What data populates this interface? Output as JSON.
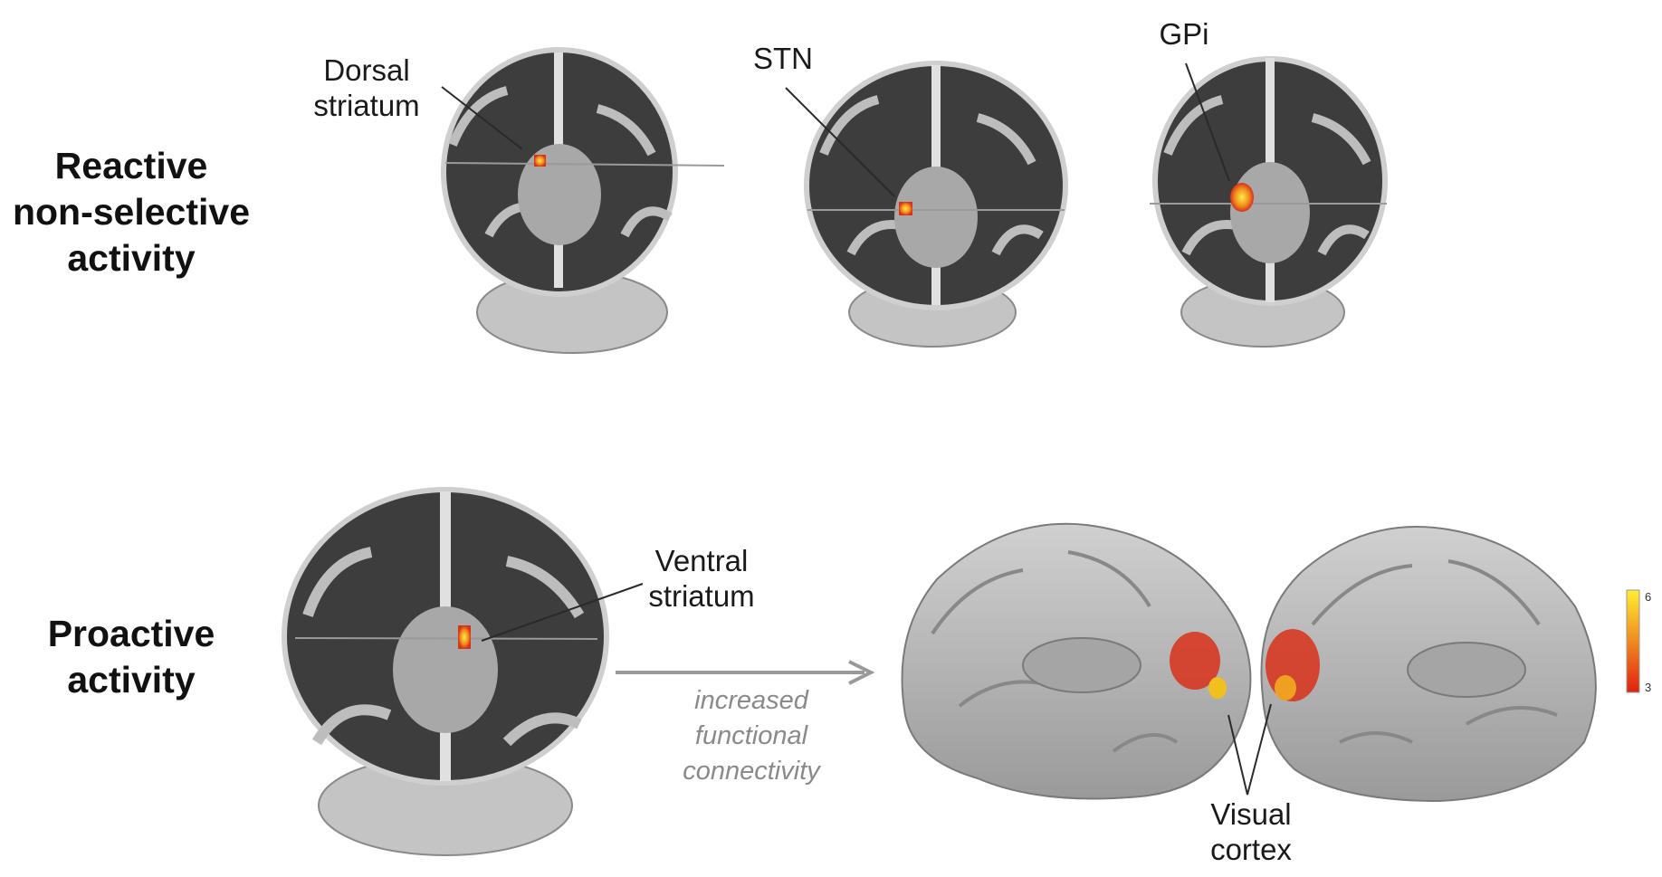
{
  "rows": [
    {
      "title_lines": [
        "Reactive",
        "non-selective",
        "activity"
      ]
    },
    {
      "title_lines": [
        "Proactive",
        "activity"
      ]
    }
  ],
  "labels": {
    "dorsal_striatum": [
      "Dorsal",
      "striatum"
    ],
    "stn": [
      "STN"
    ],
    "gpi": [
      "GPi"
    ],
    "ventral_striatum": [
      "Ventral",
      "striatum"
    ],
    "visual_cortex": [
      "Visual",
      "cortex"
    ]
  },
  "connection_text": [
    "increased",
    "functional",
    "connectivity"
  ],
  "colorbar": {
    "max": "6",
    "min": "3",
    "colors": [
      "#ffee33",
      "#f08a20",
      "#e02010"
    ]
  },
  "colors": {
    "brain_gray": "#b9b9b9",
    "cortex_dark": "#3b3b3b",
    "activation_hot": "#f0c020",
    "activation_red": "#d8301a",
    "arrow_gray": "#9a9a9a"
  }
}
